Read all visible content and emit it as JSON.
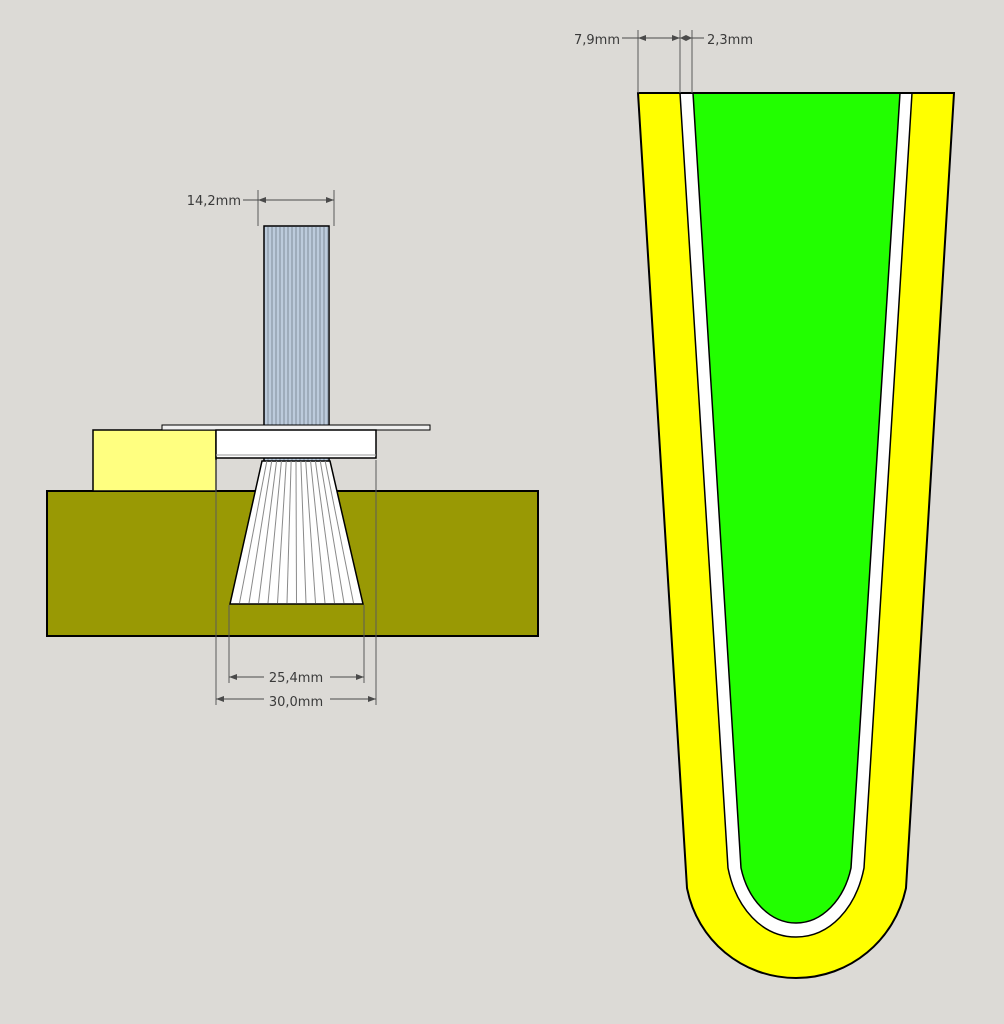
{
  "dimensions": {
    "shank_diameter": "14,2mm",
    "brush_bottom_width": "25,4mm",
    "brush_top_width": "30,0mm",
    "outer_wall": "7,9mm",
    "inner_gap": "2,3mm"
  },
  "colors": {
    "background": "#dcdad6",
    "base_block": "#999904",
    "yellow_block": "#ffff80",
    "outer_profile": "#ffff00",
    "inner_profile": "#22ff00",
    "gap": "#ffffff",
    "shank": "#b8c8dc",
    "washer": "#ffffff"
  }
}
